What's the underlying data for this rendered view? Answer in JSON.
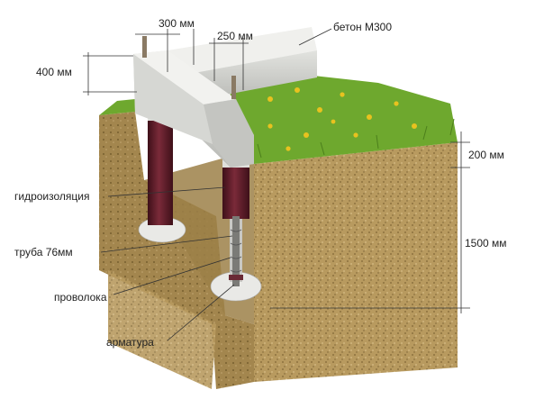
{
  "labels": {
    "concrete": "бетон М300",
    "dim_width_300": "300 мм",
    "dim_width_250": "250 мм",
    "dim_height_400": "400 мм",
    "dim_depth_200": "200 мм",
    "dim_depth_1500": "1500 мм",
    "waterproofing": "гидроизоляция",
    "pipe": "труба 76мм",
    "wire": "проволока",
    "rebar": "арматура"
  },
  "colors": {
    "soil": "#b89a5f",
    "soil_dark": "#8e733f",
    "grass": "#6ea82e",
    "concrete": "#cfd0cc",
    "pipe": "#5c1f2b"
  }
}
